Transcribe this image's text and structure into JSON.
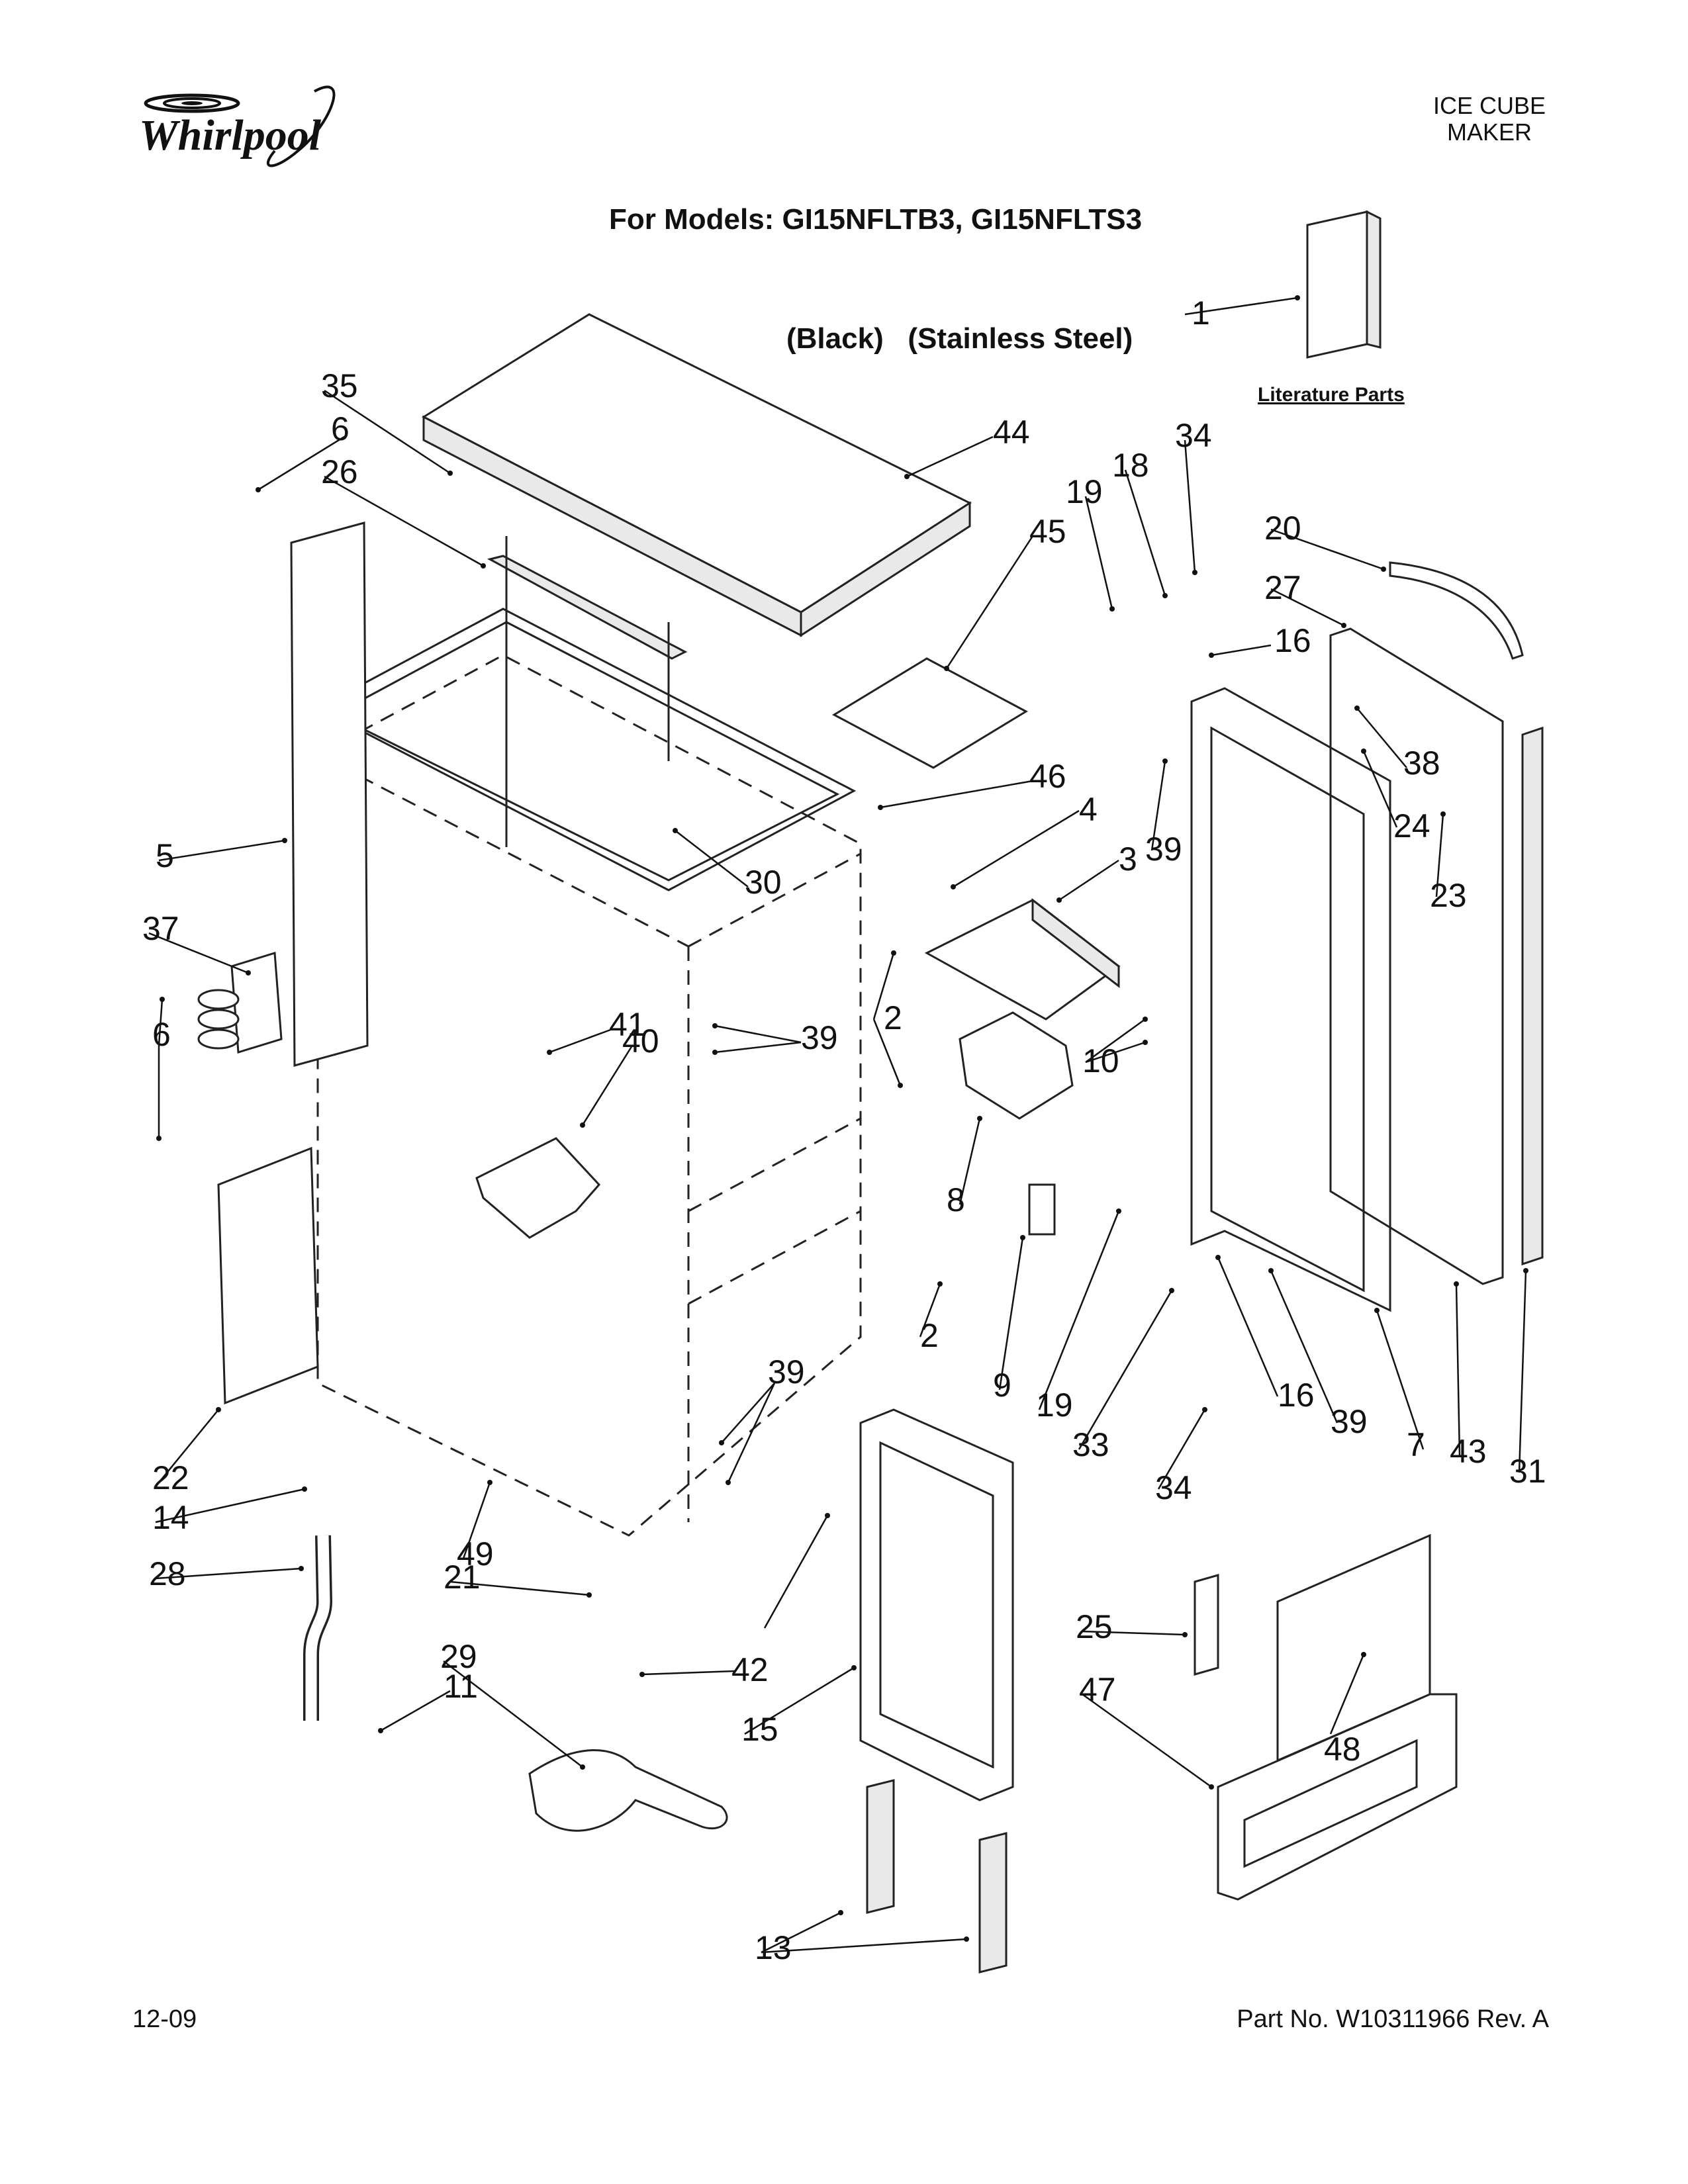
{
  "header": {
    "brand": "Whirlpool",
    "models_line1": "For Models: GI15NFLTB3, GI15NFLTS3",
    "models_line2": "(Black)   (Stainless Steel)",
    "section_line1": "ICE CUBE",
    "section_line2": "MAKER"
  },
  "literature_label": "Literature Parts",
  "callouts": [
    "1",
    "2",
    "3",
    "4",
    "5",
    "6",
    "7",
    "8",
    "9",
    "10",
    "11",
    "13",
    "14",
    "15",
    "16",
    "18",
    "19",
    "20",
    "21",
    "22",
    "23",
    "24",
    "25",
    "26",
    "27",
    "28",
    "29",
    "30",
    "31",
    "33",
    "34",
    "35",
    "37",
    "38",
    "39",
    "40",
    "41",
    "42",
    "43",
    "44",
    "45",
    "46",
    "47",
    "48",
    "49"
  ],
  "footer": {
    "date": "12-09",
    "part_no": "Part No. W10311966 Rev. A"
  }
}
